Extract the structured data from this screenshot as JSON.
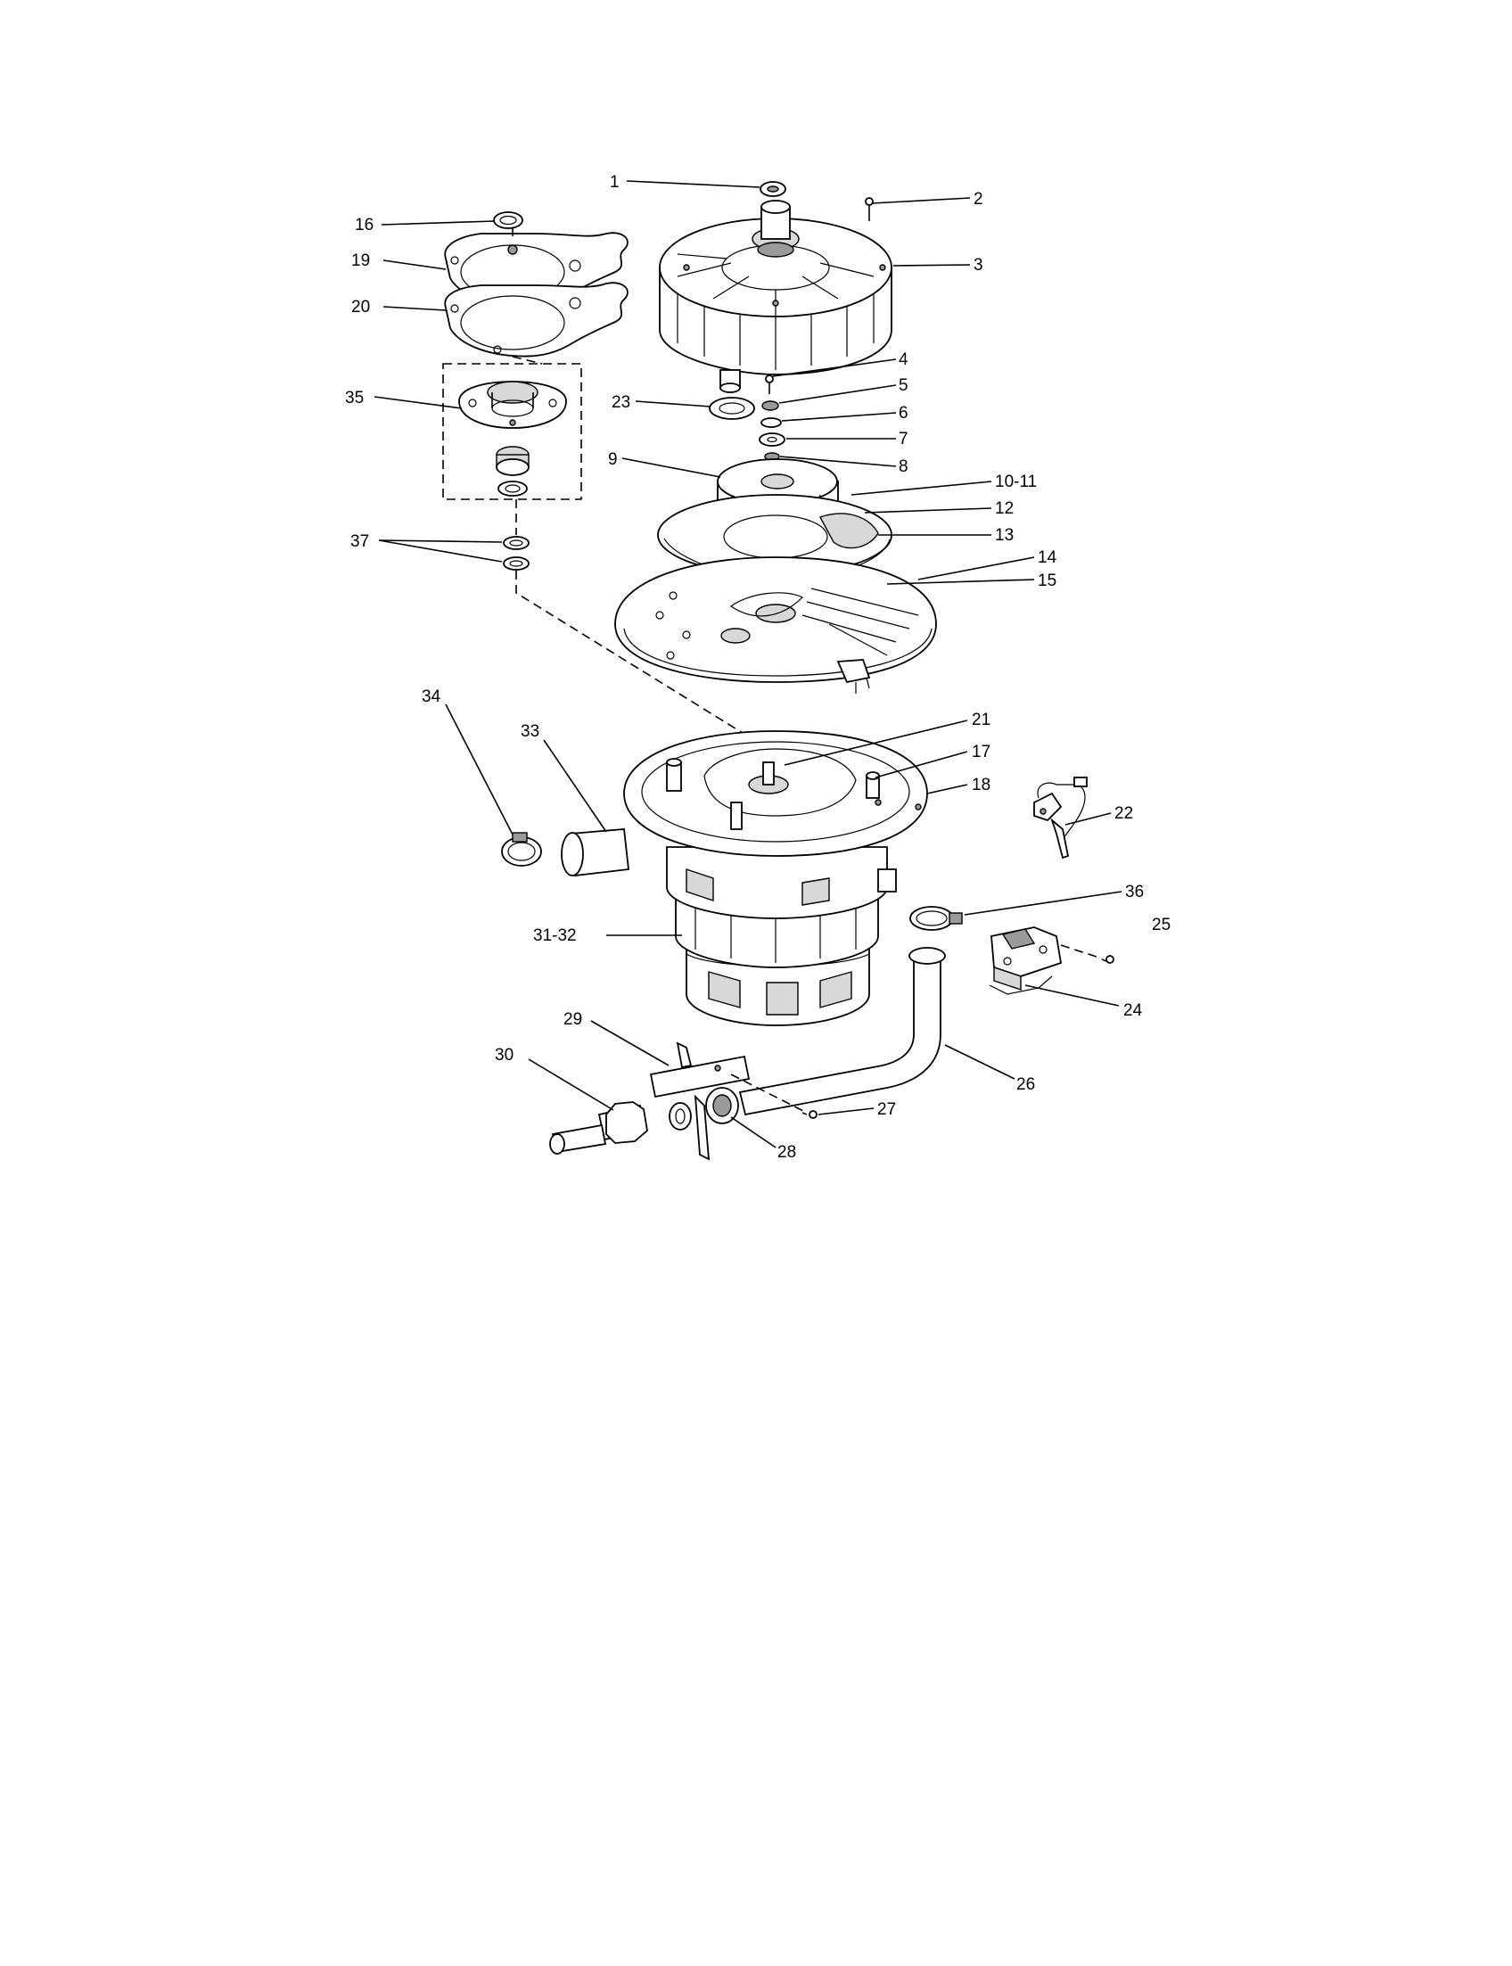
{
  "diagram": {
    "callouts": {
      "c1": "1",
      "c2": "2",
      "c3": "3",
      "c4": "4",
      "c5": "5",
      "c6": "6",
      "c7": "7",
      "c8": "8",
      "c9": "9",
      "c10_11": "10-11",
      "c12": "12",
      "c13": "13",
      "c14": "14",
      "c15": "15",
      "c16": "16",
      "c17": "17",
      "c18": "18",
      "c19": "19",
      "c20": "20",
      "c21": "21",
      "c22": "22",
      "c23": "23",
      "c24": "24",
      "c25": "25",
      "c26": "26",
      "c27": "27",
      "c28": "28",
      "c29": "29",
      "c30": "30",
      "c31_32": "31-32",
      "c33": "33",
      "c34": "34",
      "c35": "35",
      "c36": "36",
      "c37": "37"
    }
  }
}
